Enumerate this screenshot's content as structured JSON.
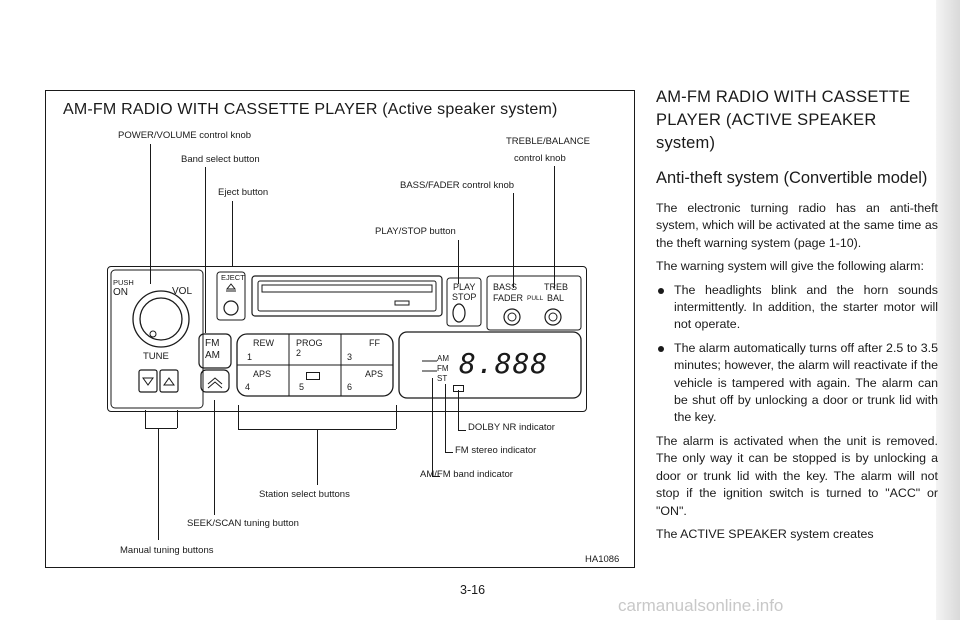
{
  "figure": {
    "title": "AM-FM RADIO WITH CASSETTE PLAYER (Active speaker system)",
    "figure_id": "HA1086",
    "labels": {
      "power_volume": "POWER/VOLUME control knob",
      "band_select": "Band select button",
      "eject": "Eject button",
      "treble_balance_1": "TREBLE/BALANCE",
      "treble_balance_2": "control knob",
      "bass_fader": "BASS/FADER control knob",
      "play_stop": "PLAY/STOP button",
      "dolby": "DOLBY NR indicator",
      "fm_stereo": "FM stereo indicator",
      "am_fm_band": "AM/FM band indicator",
      "station_select": "Station select buttons",
      "seek_scan": "SEEK/SCAN tuning button",
      "manual_tuning": "Manual tuning buttons"
    },
    "radio": {
      "push": "PUSH",
      "on": "ON",
      "vol": "VOL",
      "tune": "TUNE",
      "eject": "EJECT",
      "fm": "FM",
      "am": "AM",
      "rew": "REW",
      "prog": "PROG",
      "ff": "FF",
      "aps": "APS",
      "btn1": "1",
      "btn2": "2",
      "btn3": "3",
      "btn4": "4",
      "btn5": "5",
      "btn6": "6",
      "play": "PLAY",
      "stop": "STOP",
      "bass": "BASS",
      "treb": "TREB",
      "fader": "FADER",
      "pull": "PULL",
      "bal": "BAL",
      "display_am": "AM",
      "display_fm": "FM",
      "display_st": "ST",
      "display_digits": "8.888"
    }
  },
  "page_number": "3-16",
  "watermark": "carmanualsonline.info",
  "text": {
    "heading1": "AM-FM RADIO WITH CASSETTE PLAYER (ACTIVE SPEAKER system)",
    "heading2": "Anti-theft system (Convertible model)",
    "para1": "The electronic turning radio has an anti-theft system, which will be activated at the same time as the theft warning system (page 1-10).",
    "para2": "The warning system will give the following alarm:",
    "bullet1": "The headlights blink and the horn sounds intermittently. In addition, the starter motor will not operate.",
    "bullet2": "The alarm automatically turns off after 2.5 to 3.5 minutes; however, the alarm will reactivate if the vehicle is tampered with again. The alarm can be shut off by unlocking a door or trunk lid with the key.",
    "para3": "The alarm is activated when the unit is removed. The only way it can be stopped is by unlocking a door or trunk lid with the key. The alarm will not stop if the ignition switch is turned to \"ACC\" or \"ON\".",
    "para4": "The ACTIVE SPEAKER system creates"
  }
}
